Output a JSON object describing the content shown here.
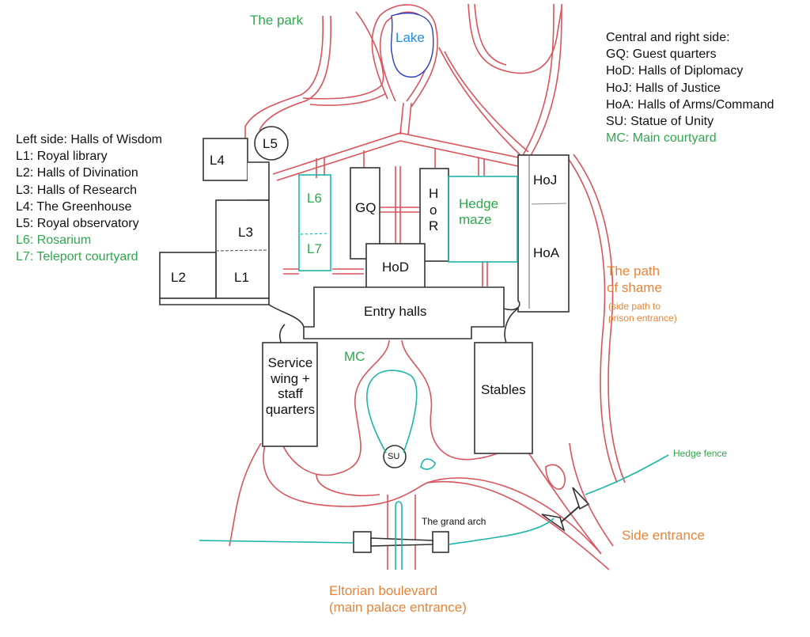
{
  "map_title": "Palace grounds map",
  "labels": {
    "park": "The park",
    "lake": "Lake",
    "main_courtyard_short": "MC",
    "path_of_shame_line1": "The path",
    "path_of_shame_line2": "of shame",
    "path_of_shame_note1": "(side path to",
    "path_of_shame_note2": "prison entrance)",
    "hedge_fence": "Hedge fence",
    "side_entrance": "Side entrance",
    "grand_arch": "The grand arch",
    "boulevard_line1": "Eltorian boulevard",
    "boulevard_line2": "(main palace entrance)"
  },
  "buildings": {
    "l1": "L1",
    "l2": "L2",
    "l3": "L3",
    "l4": "L4",
    "l5": "L5",
    "l6": "L6",
    "l7": "L7",
    "gq": "GQ",
    "hor_h": "H",
    "hor_o": "o",
    "hor_r": "R",
    "hedge_maze_1": "Hedge",
    "hedge_maze_2": "maze",
    "hod": "HoD",
    "hoj": "HoJ",
    "hoa": "HoA",
    "entry_halls": "Entry halls",
    "service_1": "Service",
    "service_2": "wing +",
    "service_3": "staff",
    "service_4": "quarters",
    "stables": "Stables",
    "su": "SU"
  },
  "legend_left": {
    "title": "Left side: Halls of Wisdom",
    "items": [
      {
        "code": "L1",
        "name": "Royal library",
        "color": "black"
      },
      {
        "code": "L2",
        "name": "Halls of Divination",
        "color": "black"
      },
      {
        "code": "L3",
        "name": "Halls of Research",
        "color": "black"
      },
      {
        "code": "L4",
        "name": "The Greenhouse",
        "color": "black"
      },
      {
        "code": "L5",
        "name": "Royal observatory",
        "color": "black"
      },
      {
        "code": "L6",
        "name": "Rosarium",
        "color": "green"
      },
      {
        "code": "L7",
        "name": "Teleport courtyard",
        "color": "green"
      }
    ]
  },
  "legend_right": {
    "title": "Central and right side:",
    "items": [
      {
        "code": "GQ",
        "name": "Guest quarters",
        "color": "black"
      },
      {
        "code": "HoD",
        "name": "Halls of Diplomacy",
        "color": "black"
      },
      {
        "code": "HoJ",
        "name": "Halls of Justice",
        "color": "black"
      },
      {
        "code": "HoA",
        "name": "Halls of Arms/Command",
        "color": "black"
      },
      {
        "code": "SU",
        "name": "Statue of Unity",
        "color": "black"
      },
      {
        "code": "MC",
        "name": "Main courtyard",
        "color": "green"
      }
    ]
  },
  "colors": {
    "road": "#d9545c",
    "hedge": "#1fb5a8",
    "building": "#333333",
    "green_text": "#2ea84d",
    "orange_text": "#e8853a",
    "lake": "#2a3fbf"
  }
}
